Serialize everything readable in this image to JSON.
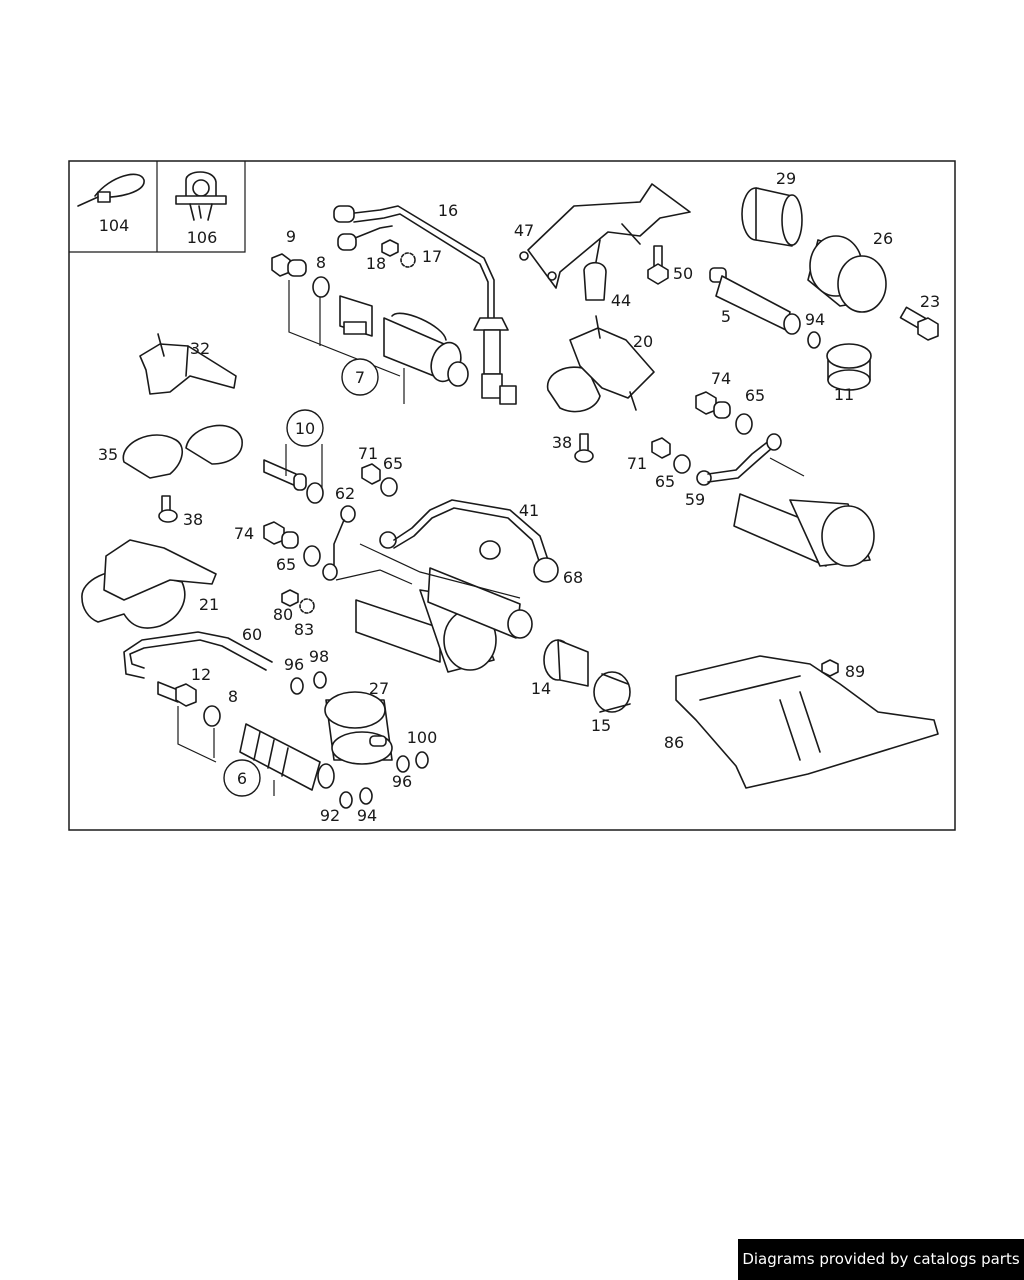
{
  "diagram": {
    "inset_labels": [
      "104",
      "106"
    ],
    "part_labels": [
      "9",
      "8",
      "18",
      "17",
      "16",
      "47",
      "29",
      "26",
      "50",
      "44",
      "23",
      "5",
      "94",
      "11",
      "32",
      "7",
      "20",
      "10",
      "74",
      "65",
      "35",
      "71",
      "65",
      "38",
      "71",
      "65",
      "62",
      "59",
      "38",
      "41",
      "74",
      "65",
      "68",
      "21",
      "80",
      "83",
      "60",
      "98",
      "96",
      "27",
      "12",
      "8",
      "14",
      "15",
      "89",
      "100",
      "86",
      "6",
      "96",
      "92",
      "94"
    ]
  },
  "footer": {
    "text": "Diagrams provided by catalogs parts"
  }
}
